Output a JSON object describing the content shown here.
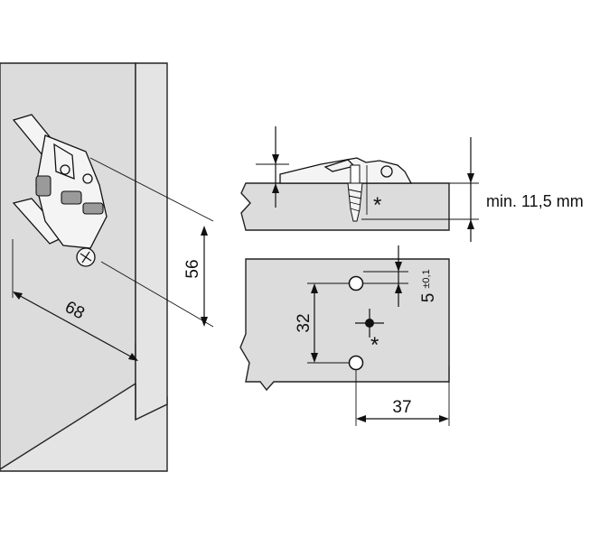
{
  "perspective_view": {
    "width_dimension": "68",
    "height_dimension": "56"
  },
  "side_view": {
    "thickness_label": "min. 11,5 mm",
    "marker": "*"
  },
  "top_view": {
    "hole_spacing": "32",
    "edge_offset": "5",
    "edge_offset_tolerance": "±0,1",
    "depth_dimension": "37",
    "marker": "*"
  }
}
